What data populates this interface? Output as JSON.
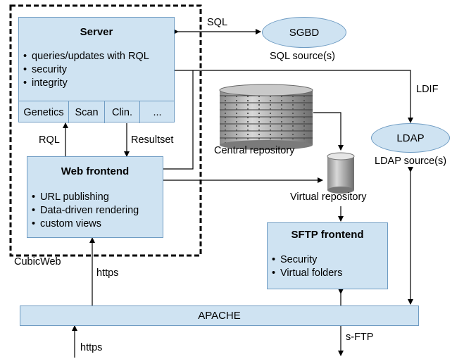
{
  "server": {
    "title": "Server",
    "bullets": [
      "queries/updates with RQL",
      "security",
      "integrity"
    ],
    "cells": [
      "Genetics",
      "Scan",
      "Clin.",
      "..."
    ]
  },
  "web_frontend": {
    "title": "Web frontend",
    "bullets": [
      "URL publishing",
      "Data-driven rendering",
      "custom views"
    ]
  },
  "cubicweb_label": "CubicWeb",
  "sgbd": {
    "label": "SGBD",
    "caption": "SQL source(s)"
  },
  "ldap": {
    "label": "LDAP",
    "caption": "LDAP source(s)"
  },
  "central_repository": "Central repository",
  "virtual_repository": "Virtual repository",
  "sftp_frontend": {
    "title": "SFTP frontend",
    "bullets": [
      "Security",
      "Virtual folders"
    ]
  },
  "apache": "APACHE",
  "edge_labels": {
    "sql": "SQL",
    "ldif": "LDIF",
    "rql": "RQL",
    "resultset": "Resultset",
    "https_upper": "https",
    "https_lower": "https",
    "sftp": "s-FTP"
  },
  "colors": {
    "box_fill": "#cfe3f2",
    "box_border": "#6f9cc3",
    "line": "#000000"
  }
}
